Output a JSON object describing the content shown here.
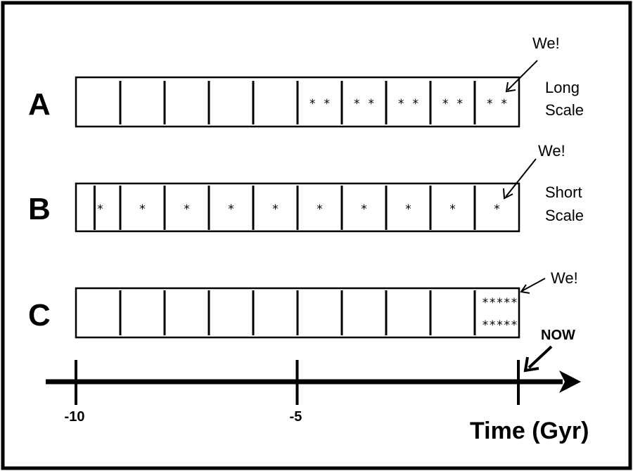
{
  "rows": [
    {
      "letter": "A",
      "label_lines": [
        "Long",
        "Scale"
      ],
      "we_label": "We!",
      "stars": [
        "",
        "",
        "",
        "",
        "",
        "* *",
        "* *",
        "* *",
        "* *",
        "* *"
      ],
      "extra_divider": false
    },
    {
      "letter": "B",
      "label_lines": [
        "Short",
        "Scale"
      ],
      "we_label": "We!",
      "stars": [
        "*",
        "*",
        "*",
        "*",
        "*",
        "*",
        "*",
        "*",
        "*",
        "*"
      ],
      "extra_divider": true
    },
    {
      "letter": "C",
      "label_lines": [],
      "we_label": "We!",
      "stars": [
        "",
        "",
        "",
        "",
        "",
        "",
        "",
        "",
        "",
        "*****|*****"
      ],
      "extra_divider": false
    }
  ],
  "axis": {
    "ticks": [
      {
        "value": -10,
        "label": "-10"
      },
      {
        "value": -5,
        "label": "-5"
      },
      {
        "value": 0,
        "label": ""
      }
    ],
    "range": [
      -10,
      0
    ],
    "now_label": "NOW",
    "title": "Time (Gyr)"
  }
}
